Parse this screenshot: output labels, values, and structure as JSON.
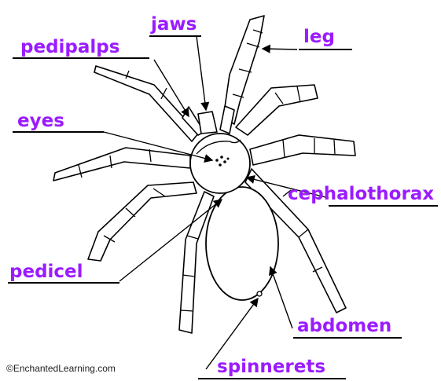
{
  "labels": {
    "jaws": "jaws",
    "leg": "leg",
    "pedipalps": "pedipalps",
    "eyes": "eyes",
    "cephalothorax": "cephalothorax",
    "pedicel": "pedicel",
    "abdomen": "abdomen",
    "spinnerets": "spinnerets"
  },
  "credit": "©EnchantedLearning.com",
  "colors": {
    "label": "#9b1bff",
    "line": "#000000",
    "background": "#ffffff"
  }
}
